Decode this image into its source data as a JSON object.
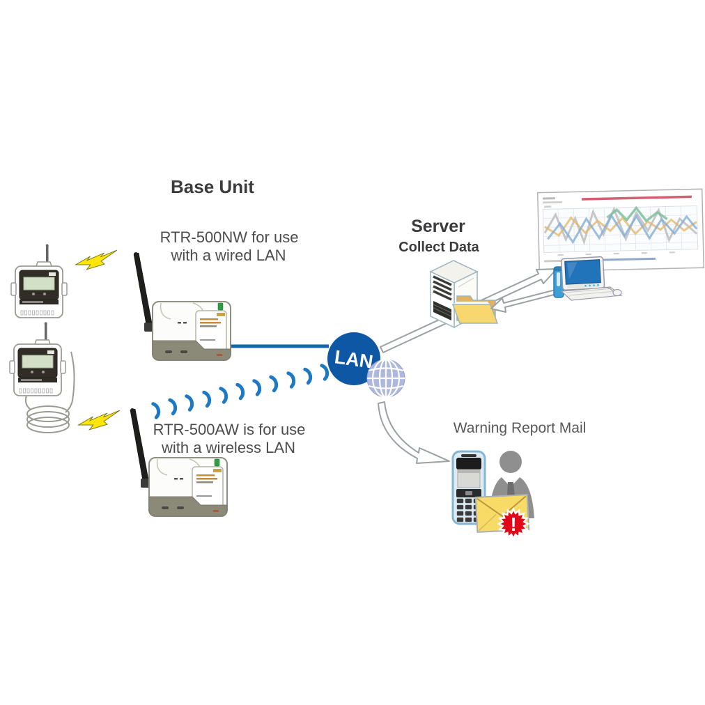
{
  "diagram": {
    "base_unit_heading": "Base Unit",
    "nw_caption_line1": "RTR-500NW for use",
    "nw_caption_line2": "with a wired LAN",
    "aw_caption_line1": "RTR-500AW is for use",
    "aw_caption_line2": "with a wireless LAN",
    "server_heading": "Server",
    "server_subheading": "Collect Data",
    "warning_caption": "Warning Report Mail",
    "lan_label": "LAN",
    "alert_exclamation": "!"
  },
  "colors": {
    "lan_circle_blue": "#0d57a4",
    "wired_lan_blue": "#1266b0",
    "wireless_arc_blue": "#1d79c4",
    "globe_periwinkle": "#aeb8dc",
    "lightning_yellow": "#ffe60a",
    "folder_yellow": "#f7d76e",
    "envelope_yellow": "#f8da66",
    "alert_red": "#e30617",
    "monitor_screen_blue": "#2173ba",
    "device_olive": "#8b8a79",
    "heading_text": "#3b3b3d",
    "caption_text": "#4c4c4e"
  },
  "icons": [
    "wireless-logger-icon",
    "base-unit-icon",
    "lightning-bolt-icon",
    "wireless-signal-icon",
    "lan-circle",
    "globe-icon",
    "server-tower-icon",
    "folder-icon",
    "desktop-computer-icon",
    "chart-window",
    "mobile-phone-icon",
    "person-icon",
    "envelope-icon",
    "alert-burst-icon",
    "arrow-icon"
  ]
}
